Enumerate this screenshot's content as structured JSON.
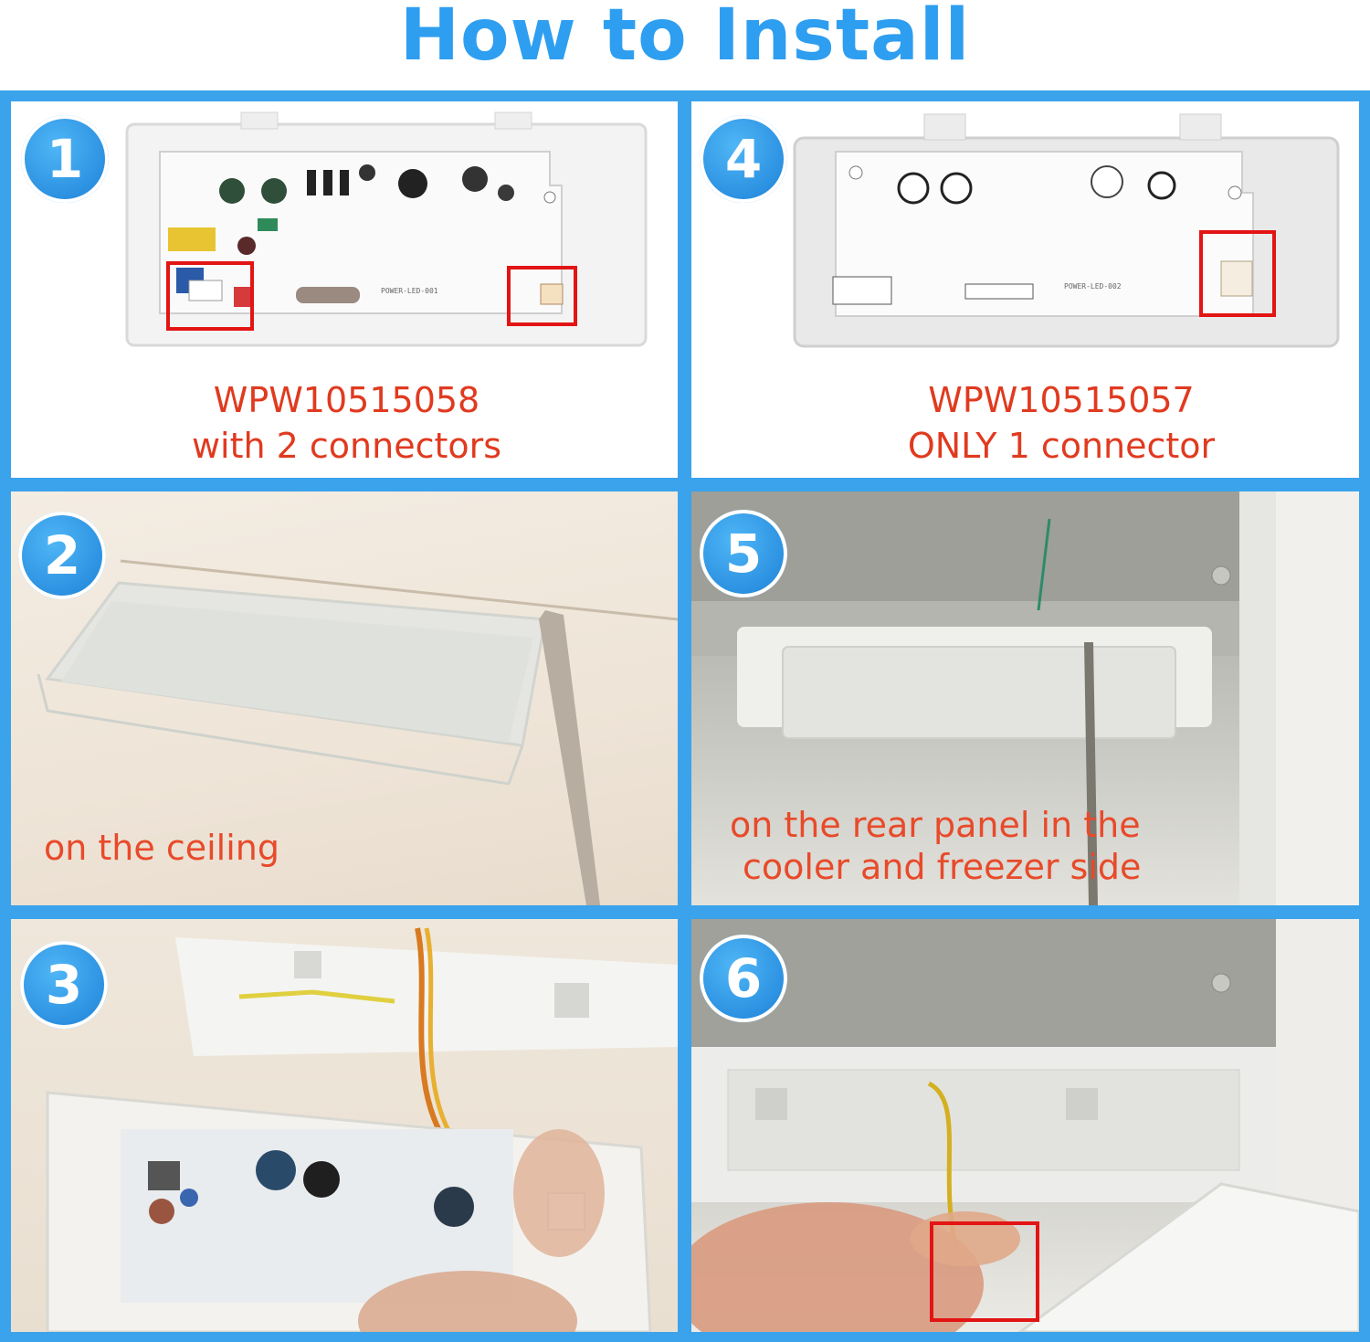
{
  "header": {
    "title": "How to Install"
  },
  "steps": [
    {
      "number": "1",
      "model": "WPW10515058",
      "note": "with 2 connectors",
      "board_label": "POWER-LED-001"
    },
    {
      "number": "4",
      "model": "WPW10515057",
      "note": "ONLY 1 connector",
      "board_label": "POWER-LED-002"
    },
    {
      "number": "2",
      "caption": "on the ceiling"
    },
    {
      "number": "5",
      "caption_line1": "on the rear panel in the",
      "caption_line2": "cooler and freezer side"
    },
    {
      "number": "3"
    },
    {
      "number": "6"
    }
  ],
  "colors": {
    "accent": "#3aa3ec",
    "title": "#2e9ef0",
    "caption": "#e03a1f",
    "highlight": "#e31414"
  },
  "icons": {
    "step_badge": "numbered-circle-icon"
  }
}
